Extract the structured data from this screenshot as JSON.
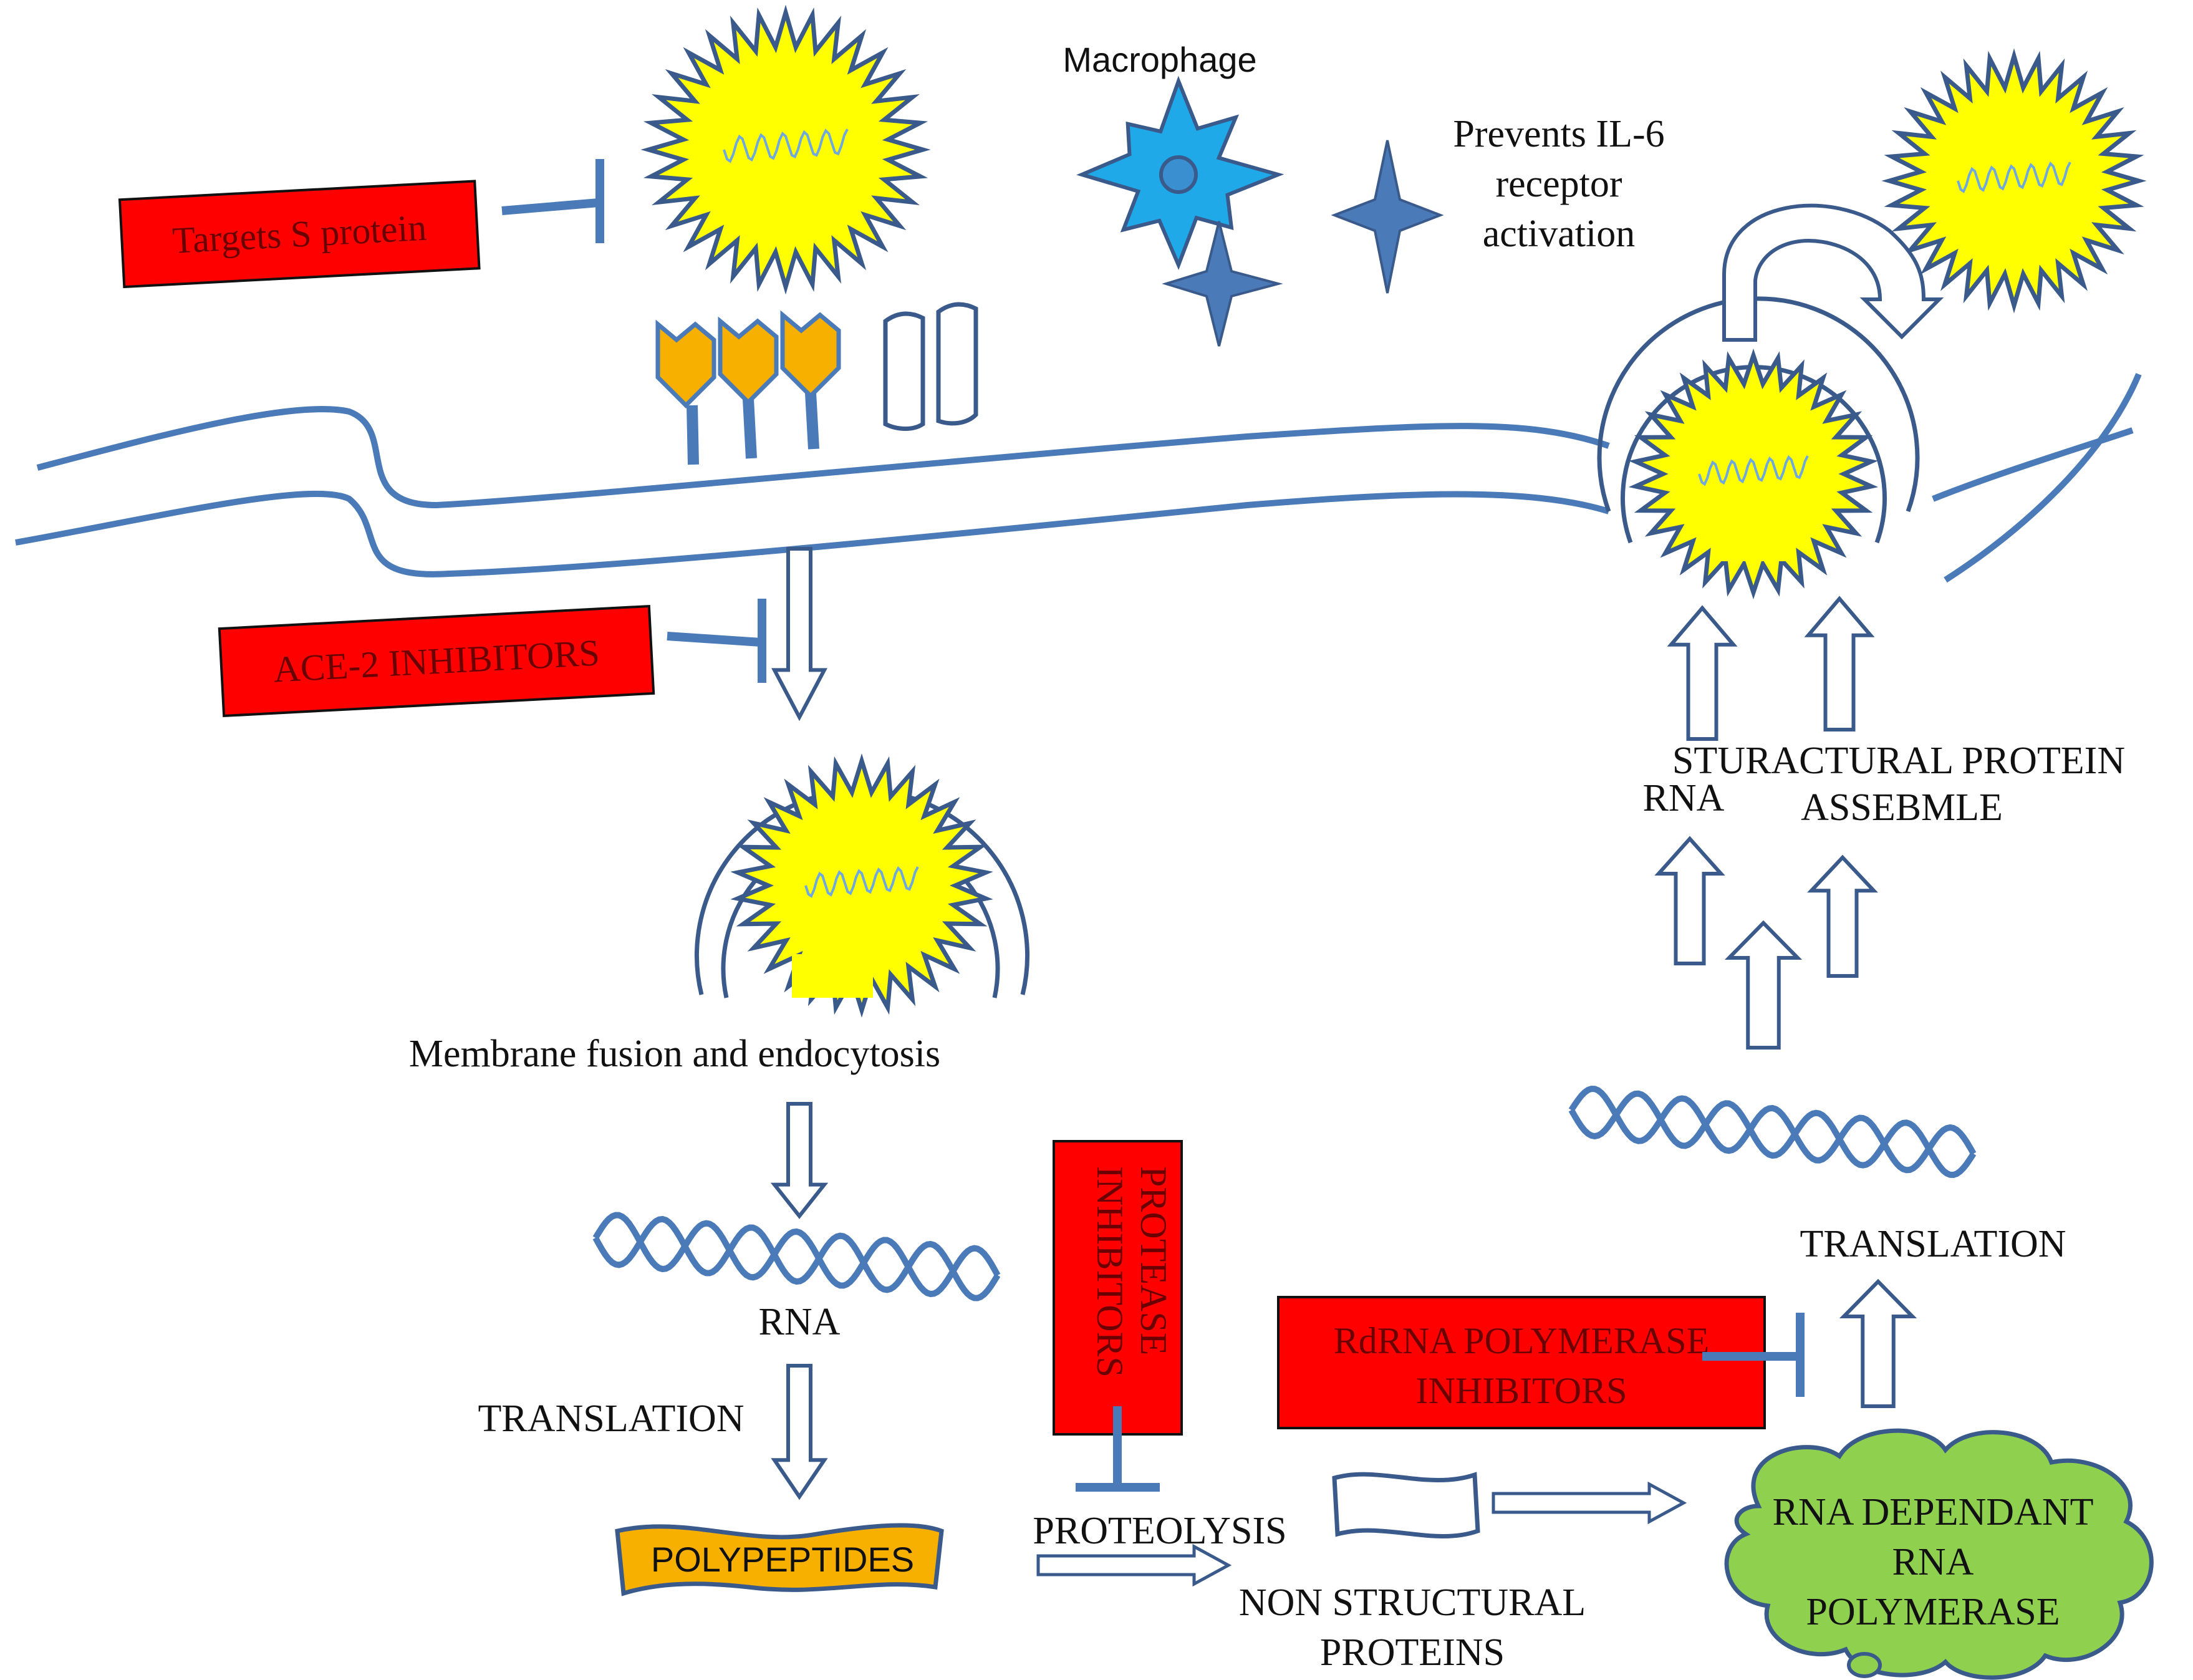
{
  "labels": {
    "targets_s_protein": "Targets S protein",
    "macrophage": "Macrophage",
    "prevents_il6_line1": "Prevents IL-6",
    "prevents_il6_line2": "receptor",
    "prevents_il6_line3": "activation",
    "ace2_inhibitors": "ACE-2 INHIBITORS",
    "membrane_fusion": "Membrane fusion and endocytosis",
    "rna": "RNA",
    "translation_left": "TRANSLATION",
    "polypeptides": "POLYPEPTIDES",
    "protease_line1": "PROTEASE",
    "protease_line2": "INHIBITORS",
    "proteolysis": "PROTEOLYSIS",
    "non_structural_line1": "NON STRUCTURAL",
    "non_structural_line2": "PROTEINS",
    "rdrna_line1": "RdRNA POLYMERASE",
    "rdrna_line2": "INHIBITORS",
    "rdrp_line1": "RNA DEPENDANT",
    "rdrp_line2": "RNA",
    "rdrp_line3": "POLYMERASE",
    "translation_right": "TRANSLATION",
    "structural_line1": "STURACTURAL PROTEIN",
    "structural_rna": "RNA",
    "assemble": "ASSEBMLE"
  },
  "colors": {
    "membrane": "#4a7ab8",
    "inhibitor_box": "#ff0000",
    "virus_fill": "#ffff00",
    "virus_spikes": "#3a5a8c",
    "macrophage": "#1fa9e8",
    "receptor": "#f7b000",
    "polypeptide": "#f7b000",
    "cloud": "#8fd14f"
  }
}
